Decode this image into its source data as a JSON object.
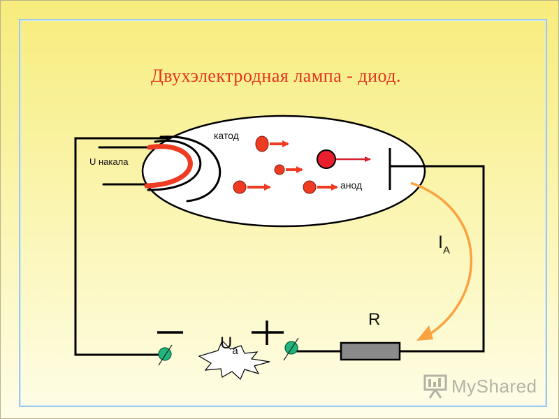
{
  "title": "Двухэлектродная лампа - диод.",
  "labels": {
    "cathode": "катод",
    "anode": "анод",
    "heater_voltage": "U накала",
    "current_main": "I",
    "current_sub": "A",
    "resistor": "R",
    "voltage_main": "U",
    "voltage_sub": "a"
  },
  "watermark": {
    "text": "MyShared",
    "icon": "presentation-board-icon"
  },
  "colors": {
    "title": "#e3311d",
    "electron": "#ee3b22",
    "cathode_hot": "#ee3b22",
    "current_arrow": "#f8a340",
    "wire": "#000000",
    "battery_terminal": "#1fb57c",
    "resistor": "#8a8a8a",
    "tube_fill": "#ffffff"
  }
}
